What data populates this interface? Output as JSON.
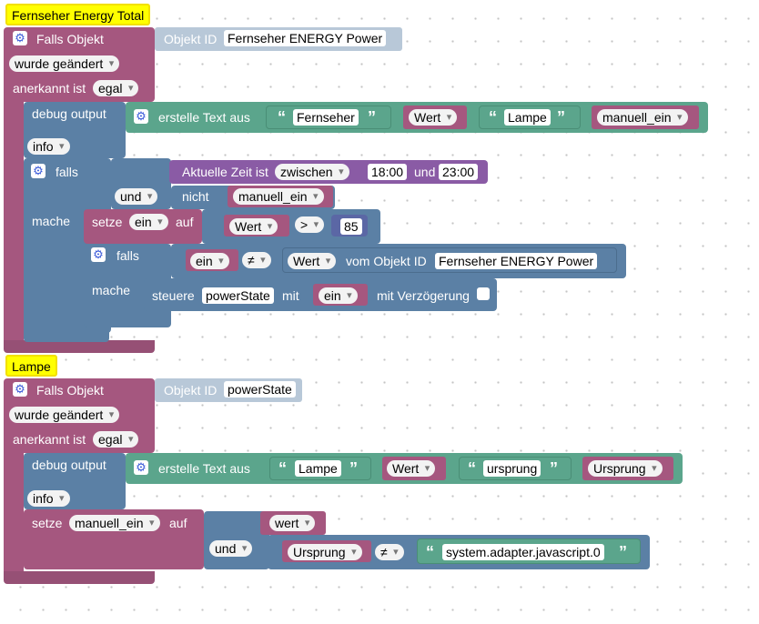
{
  "block1": {
    "comment": "Fernseher Energy Total",
    "event_label": "Falls Objekt",
    "objid_label": "Objekt ID",
    "objid_value": "Fernseher ENERGY  Power",
    "trigger": "wurde geändert",
    "ack_label": "anerkannt ist",
    "ack_value": "egal",
    "debug_label": "debug output",
    "debug_level": "info",
    "create_text_label": "erstelle Text aus",
    "text1": "Fernseher",
    "wert_label": "Wert",
    "text2": "Lampe",
    "var1": "manuell_ein",
    "if_label": "falls",
    "time_label": "Aktuelle Zeit ist",
    "time_op": "zwischen",
    "time_from": "18:00",
    "and_label": "und",
    "time_to": "23:00",
    "logic_and": "und",
    "not_label": "nicht",
    "not_var": "manuell_ein",
    "do_label": "mache",
    "set_label": "setze",
    "set_var": "ein",
    "to_label": "auf",
    "cmp_left": "Wert",
    "cmp_op": ">",
    "cmp_right": "85",
    "if2_label": "falls",
    "if2_left": "ein",
    "if2_op": "≠",
    "if2_wert": "Wert",
    "if2_obj_label": "vom Objekt ID",
    "if2_obj_value": "Fernseher ENERGY  Power",
    "do2_label": "mache",
    "control_label": "steuere",
    "control_target": "powerState",
    "with_label": "mit",
    "control_value": "ein",
    "delay_label": "mit Verzögerung"
  },
  "block2": {
    "comment": "Lampe",
    "event_label": "Falls Objekt",
    "objid_label": "Objekt ID",
    "objid_value": "powerState",
    "trigger": "wurde geändert",
    "ack_label": "anerkannt ist",
    "ack_value": "egal",
    "debug_label": "debug output",
    "debug_level": "info",
    "create_text_label": "erstelle Text aus",
    "text1": "Lampe",
    "wert_label": "Wert",
    "text2": "ursprung",
    "var1": "Ursprung",
    "set_label": "setze",
    "set_var": "manuell_ein",
    "to_label": "auf",
    "wert_var": "wert",
    "logic_and": "und",
    "src_var": "Ursprung",
    "src_op": "≠",
    "src_text": "system.adapter.javascript.0"
  },
  "icons": {
    "gear": "gear-icon",
    "quote_open": "“",
    "quote_close": "”"
  },
  "colors": {
    "event": "#a5577f",
    "debug": "#5b80a5",
    "text": "#5ba58c",
    "time": "#8a5ba5",
    "comment": "#ffff00"
  }
}
